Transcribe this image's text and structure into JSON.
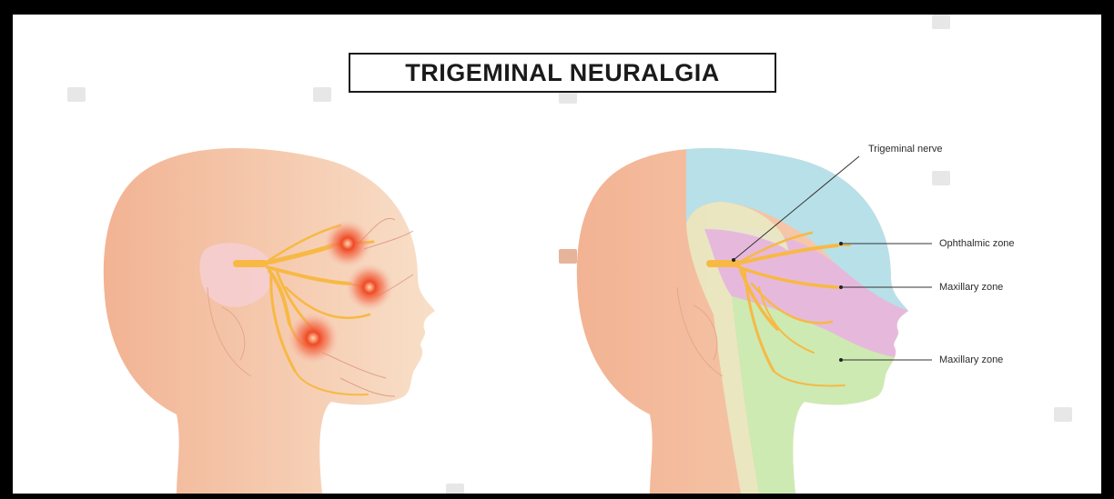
{
  "title": "TRIGEMINAL NEURALGIA",
  "labels": {
    "trigeminal_nerve": "Trigeminal nerve",
    "ophthalmic_zone": "Ophthalmic zone",
    "maxillary_zone_1": "Maxillary zone",
    "maxillary_zone_2": "Maxillary zone"
  },
  "colors": {
    "skin": "#f6c4a4",
    "skin_light": "#f7dcc3",
    "ear": "#f4cfd2",
    "nerve": "#f7b944",
    "pain": "#ec3d22",
    "ophthalmic_zone": "#b8e0e8",
    "maxillary_zone": "#e6b9dc",
    "mandibular_zone": "#cdeab2",
    "center_zone": "#e8ecc4"
  },
  "icons": [
    "watermark-icon"
  ]
}
